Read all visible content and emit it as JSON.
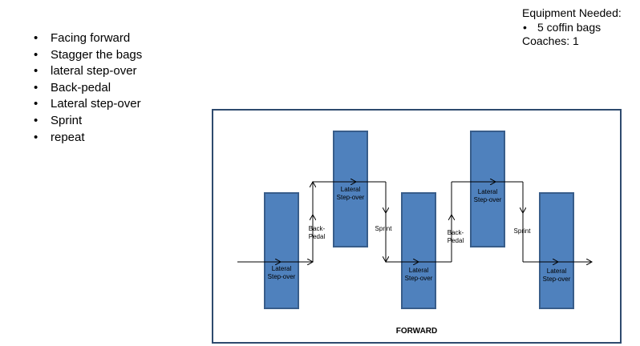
{
  "steps": [
    "Facing forward",
    "Stagger the bags",
    "lateral step-over",
    "Back-pedal",
    "Lateral step-over",
    "Sprint",
    "repeat"
  ],
  "equipment": {
    "title": "Equipment Needed:",
    "item": "5 coffin bags",
    "coaches": "Coaches:  1"
  },
  "diagram": {
    "bag_color": "#4f81bd",
    "bag_border": "#385d8a",
    "frame_color": "#2e4a6e",
    "labels": {
      "lateral_1": "Lateral\nStep-over",
      "lateral_2": "Lateral\nStep-over",
      "lateral_3": "Lateral\nStep-over",
      "lateral_4": "Lateral\nStep-over",
      "lateral_5": "Lateral\nStep-over",
      "backpedal_1": "Back-\nPedal",
      "backpedal_2": "Back-\nPedal",
      "sprint_1": "Sprint",
      "sprint_2": "Sprint"
    },
    "forward": "FORWARD"
  }
}
